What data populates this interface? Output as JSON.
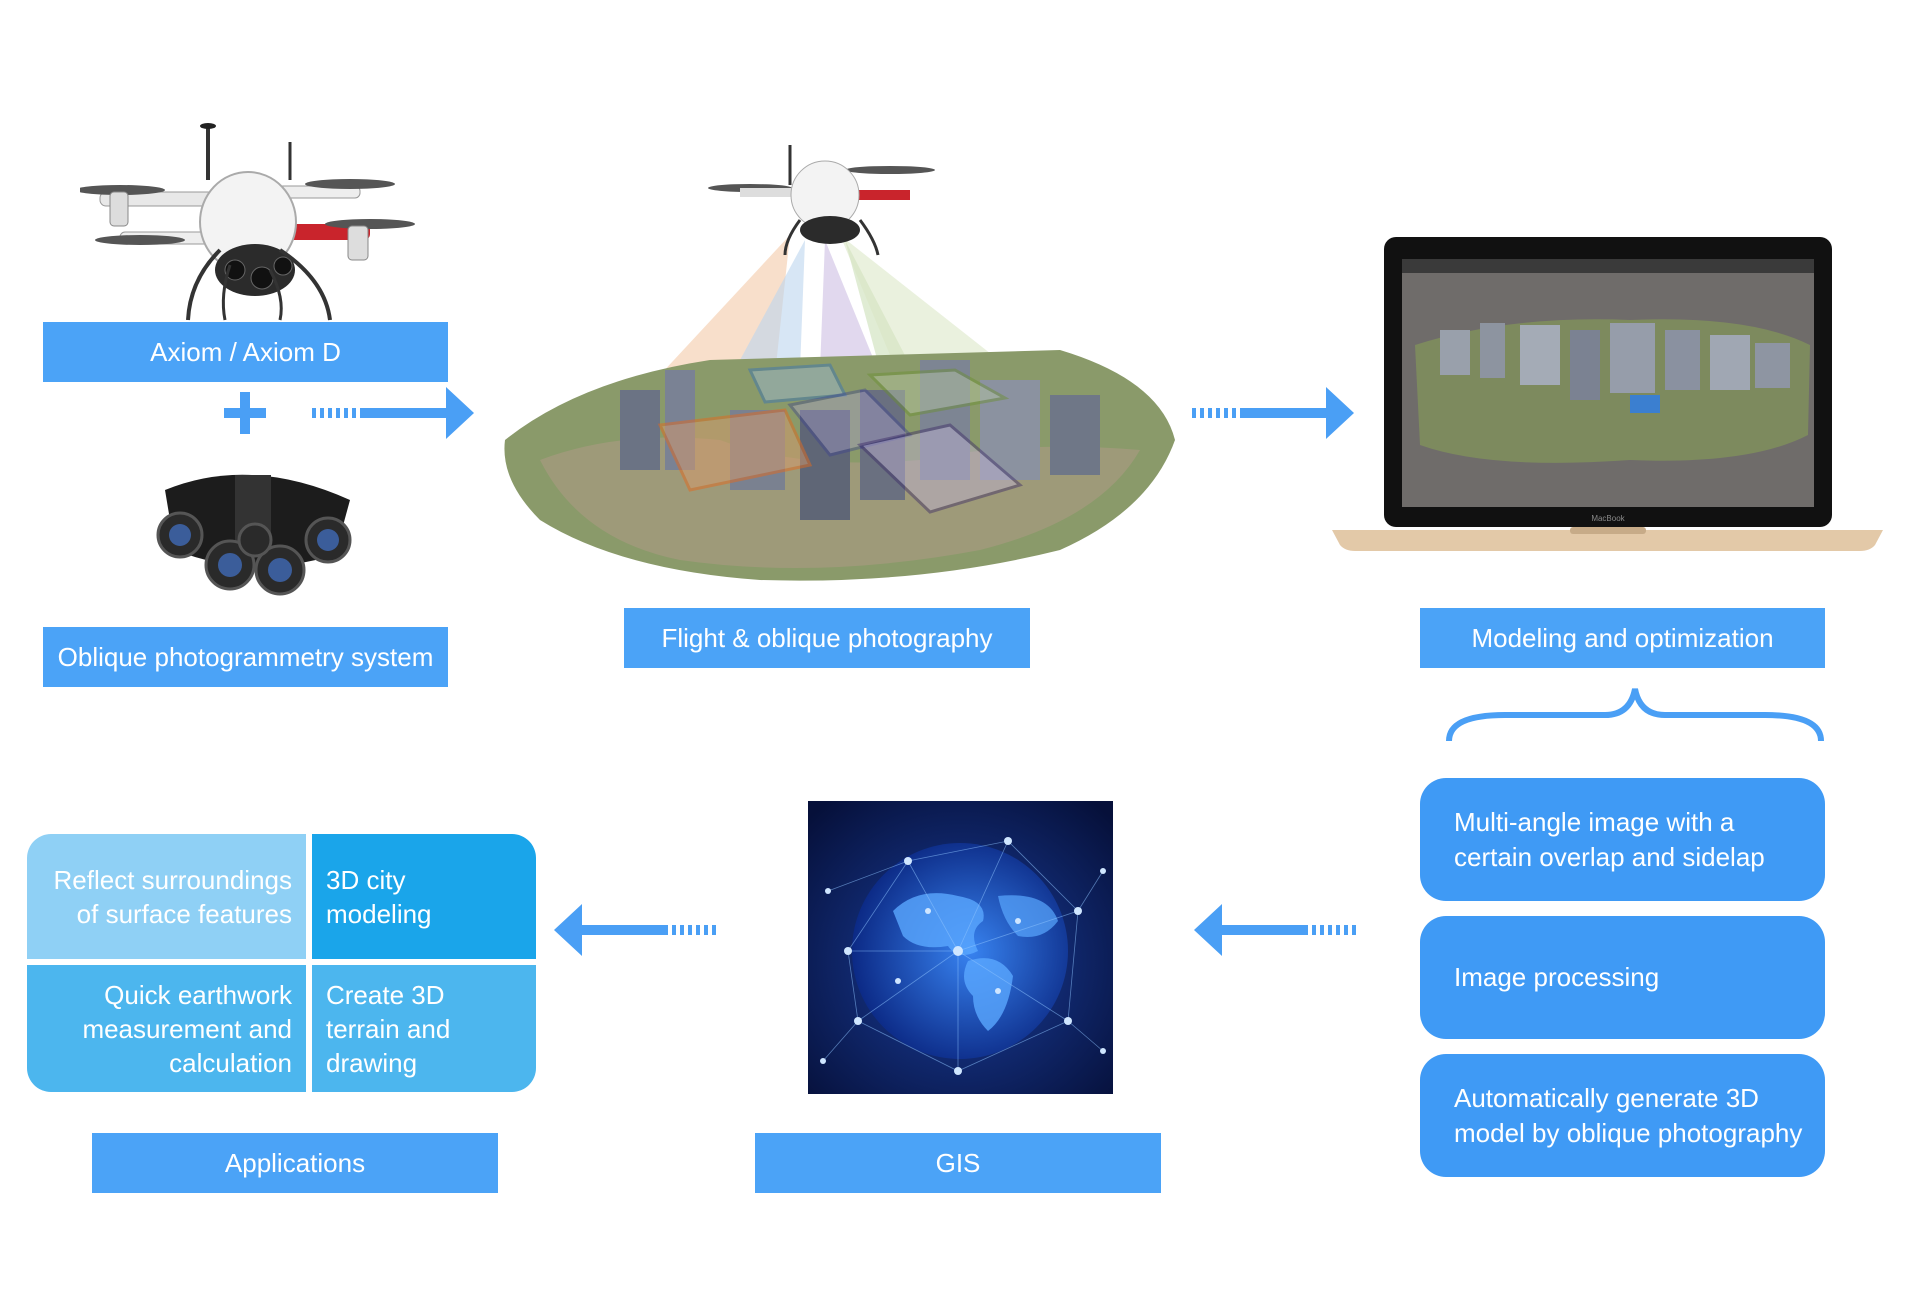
{
  "labels": {
    "drone": "Axiom / Axiom D",
    "camera": "Oblique photogrammetry system",
    "flight": "Flight & oblique photography",
    "modeling": "Modeling and optimization",
    "gis": "GIS",
    "applications": "Applications"
  },
  "laptop_brand": "MacBook",
  "steps": [
    "Multi-angle image with a\ncertain overlap and sidelap",
    "Image processing",
    "Automatically generate 3D\nmodel by oblique photography"
  ],
  "applications": [
    "Reflect surroundings\nof surface features",
    "3D city\nmodeling",
    "Quick earthwork\nmeasurement and\ncalculation",
    "Create 3D\nterrain and\ndrawing"
  ],
  "colors": {
    "accent": "#4ba3f7",
    "arrow": "#4a9ff5",
    "app_light": "#8fd0f5",
    "app_mid": "#4cb6ee",
    "app_dark": "#1aa5ea"
  }
}
